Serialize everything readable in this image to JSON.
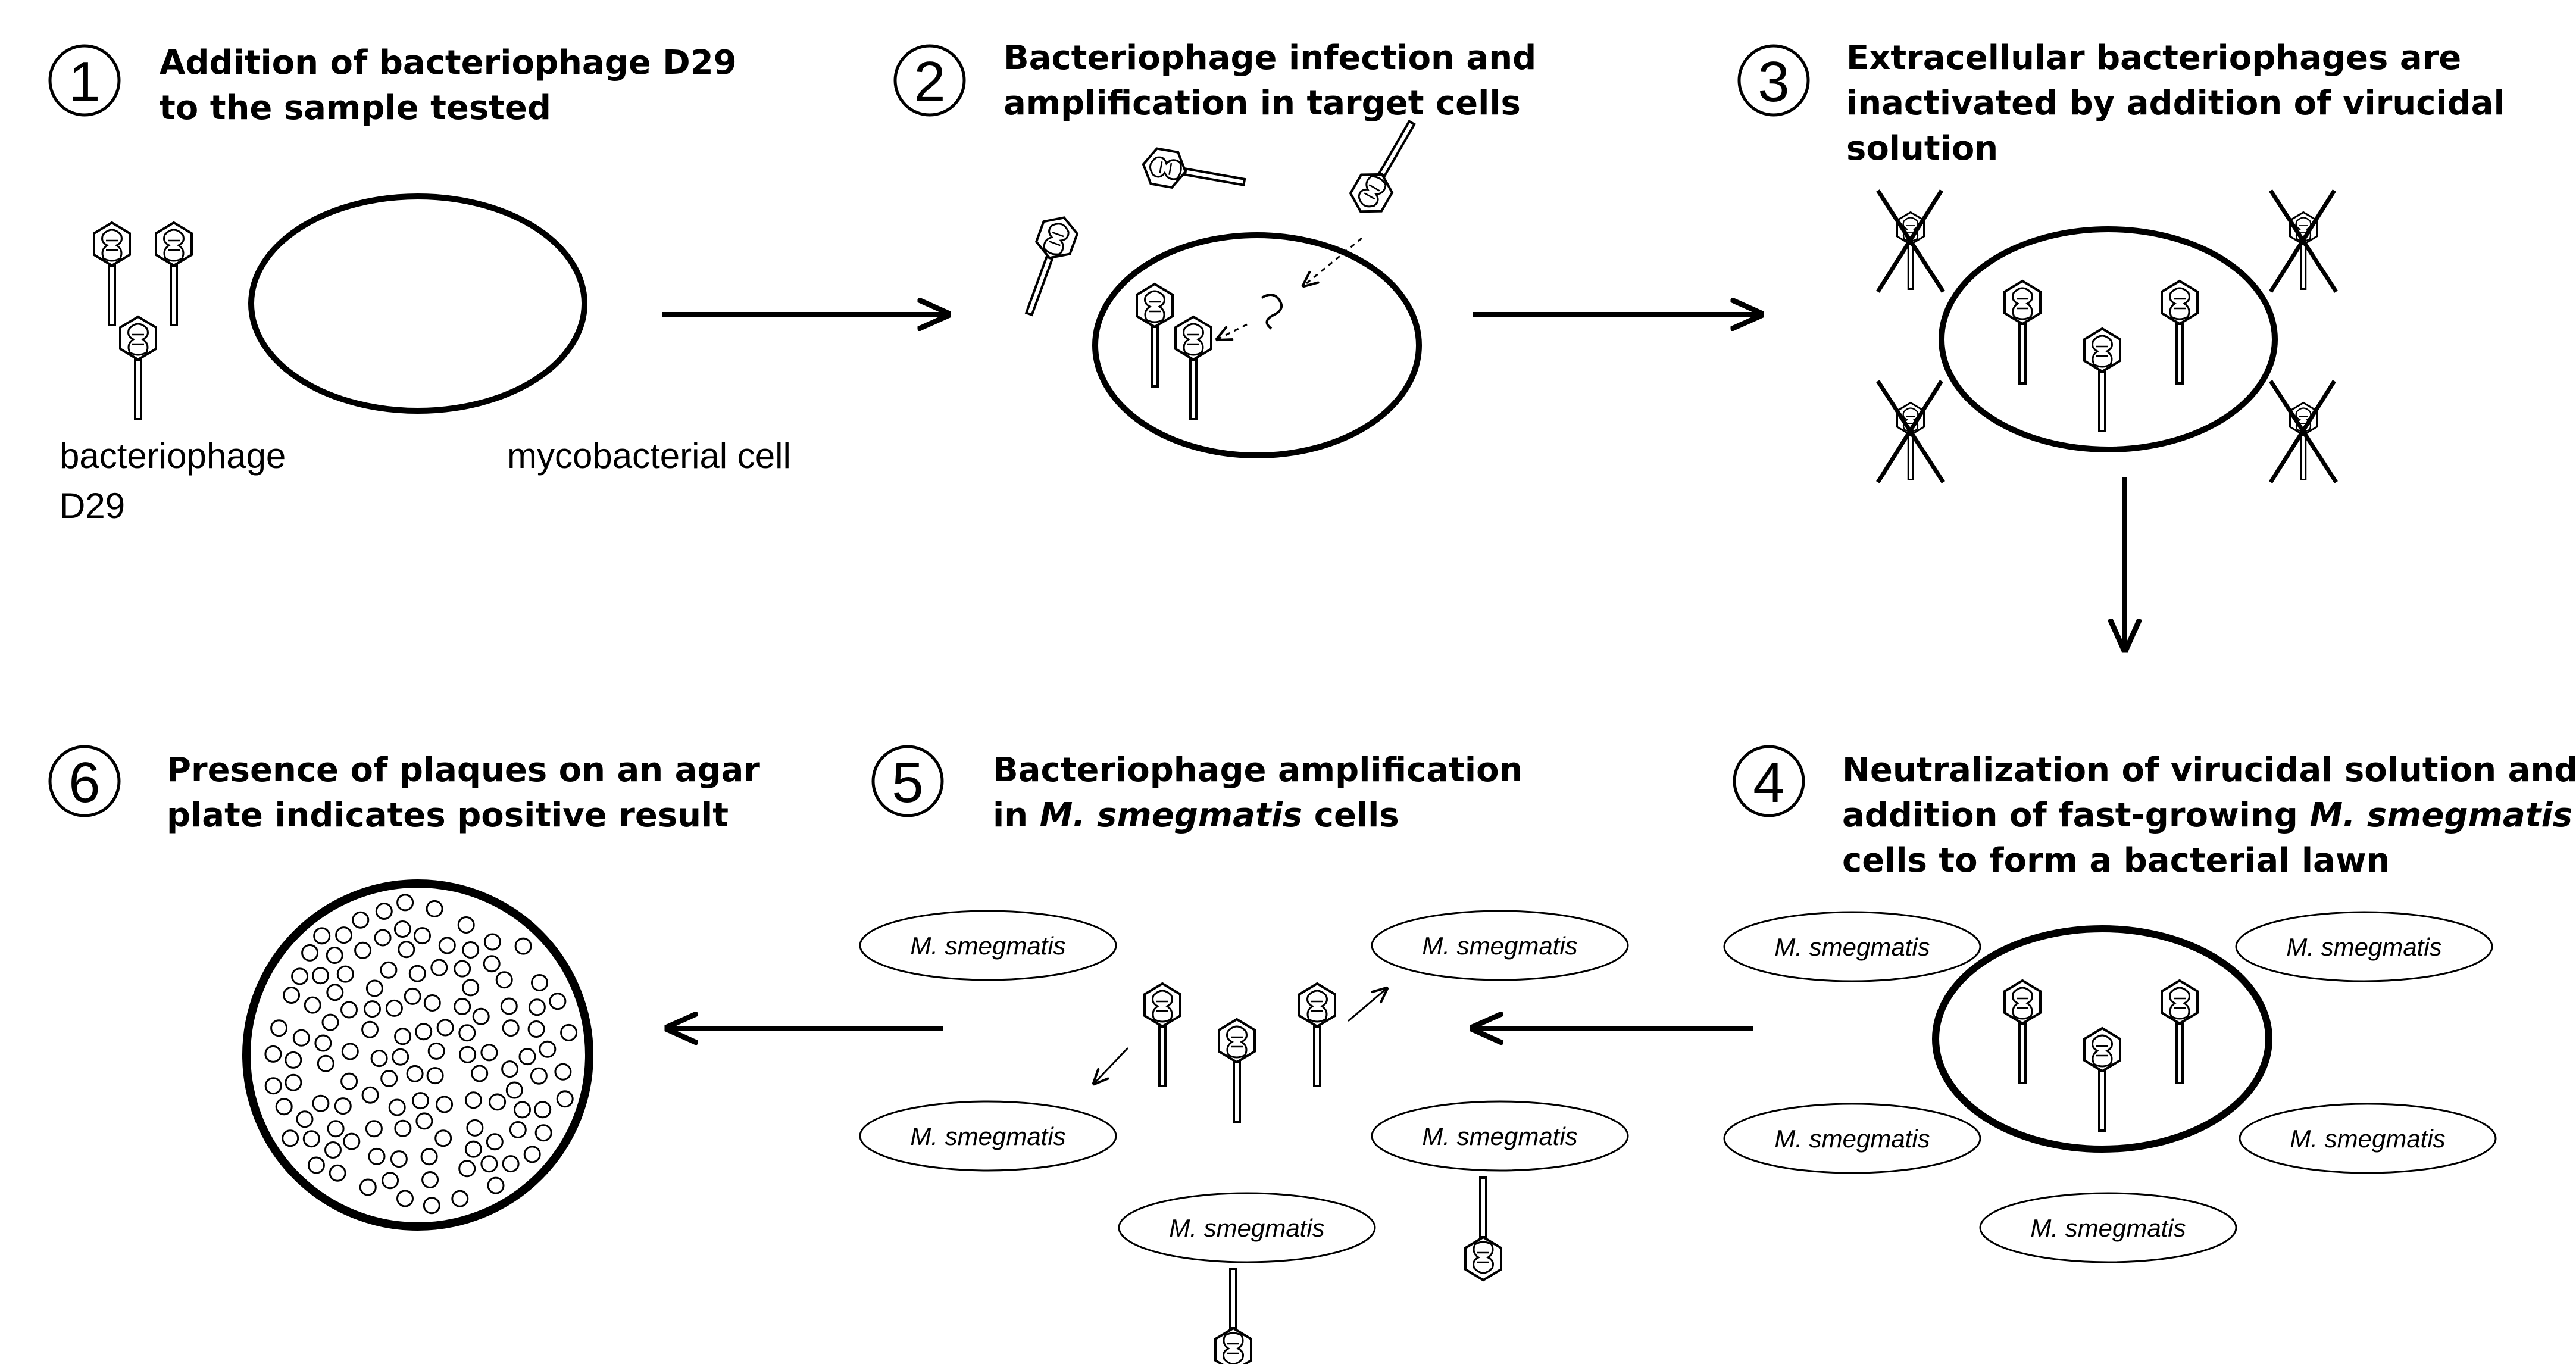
{
  "steps": [
    {
      "number": "1",
      "line1": "Addition of bacteriophage D29",
      "line2": "to the sample tested"
    },
    {
      "number": "2",
      "line1": "Bacteriophage infection and",
      "line2": "amplification in target cells"
    },
    {
      "number": "3",
      "line1": "Extracellular bacteriophages are",
      "line2": "inactivated by addition of virucidal",
      "line3": "solution"
    },
    {
      "number": "4",
      "line1": "Neutralization of virucidal solution and",
      "line2_a": "addition of fast-growing ",
      "line2_b": "M. smegmatis",
      "line3": "cells to form a bacterial lawn"
    },
    {
      "number": "5",
      "line1": "Bacteriophage amplification",
      "line2_a": "in ",
      "line2_b": "M. smegmatis",
      "line2_c": " cells"
    },
    {
      "number": "6",
      "line1": "Presence of plaques on an agar",
      "line2": "plate indicates positive result"
    }
  ],
  "labels": {
    "phage_line1": "bacteriophage",
    "phage_line2": "D29",
    "cell": "mycobacterial cell",
    "smeg": "M. smegmatis"
  }
}
